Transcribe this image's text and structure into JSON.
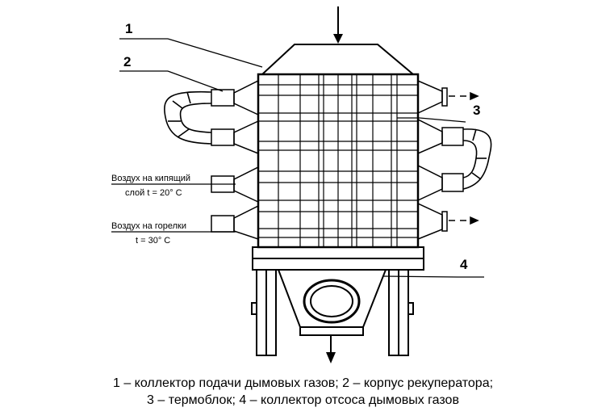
{
  "callouts": {
    "c1": "1",
    "c2": "2",
    "c3": "3",
    "c4": "4"
  },
  "side_labels": {
    "air_fluidized_line1": "Воздух на кипящий",
    "air_fluidized_line2": "слой t = 20° С",
    "air_burners_line1": "Воздух на горелки",
    "air_burners_line2": "t = 30° С"
  },
  "caption": {
    "line1": "1 – коллектор подачи дымовых газов; 2 – корпус рекуператора;",
    "line2": "3 – термоблок; 4 – коллектор отсоса дымовых газов"
  }
}
